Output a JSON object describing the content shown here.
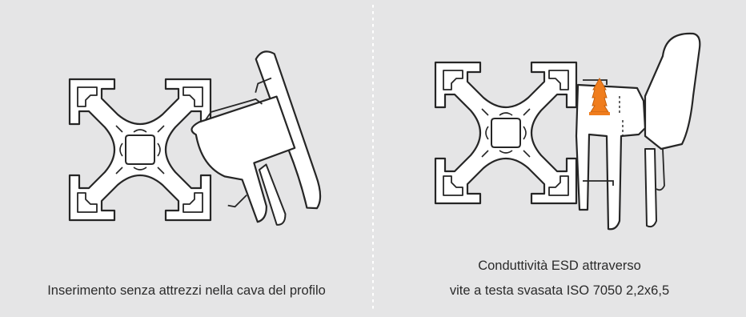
{
  "panels": [
    {
      "caption_lines": [
        "Inserimento senza attrezzi nella cava del profilo"
      ]
    },
    {
      "caption_lines": [
        "Conduttività ESD attraverso",
        "vite a testa svasata ISO 7050 2,2x6,5"
      ]
    }
  ],
  "colors": {
    "background": "#e5e5e6",
    "profile_fill": "#ffffff",
    "outline": "#262626",
    "screw": "#f07d1d",
    "divider": "#ffffff"
  },
  "icons": [
    "aluminium-profile-cross-section",
    "clip-part",
    "countersunk-screw"
  ]
}
